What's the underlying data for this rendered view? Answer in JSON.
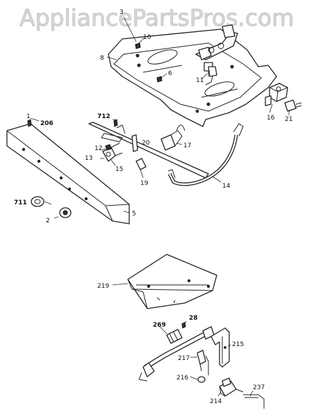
{
  "watermark": "AppliancePartsPros.com",
  "callouts": {
    "c3": "3",
    "c10": "10",
    "c8": "8",
    "c6": "6",
    "c11": "11",
    "c16": "16",
    "c21": "21",
    "c1": "1",
    "c206": "206",
    "c712": "712",
    "c12": "12",
    "c13": "13",
    "c15": "15",
    "c20": "20",
    "c17": "17",
    "c19": "19",
    "c14": "14",
    "c711": "711",
    "c2": "2",
    "c5": "5",
    "c219": "219",
    "c28": "28",
    "c269": "269",
    "c215": "215",
    "c217": "217",
    "c216": "216",
    "c214": "214",
    "c237": "237"
  }
}
